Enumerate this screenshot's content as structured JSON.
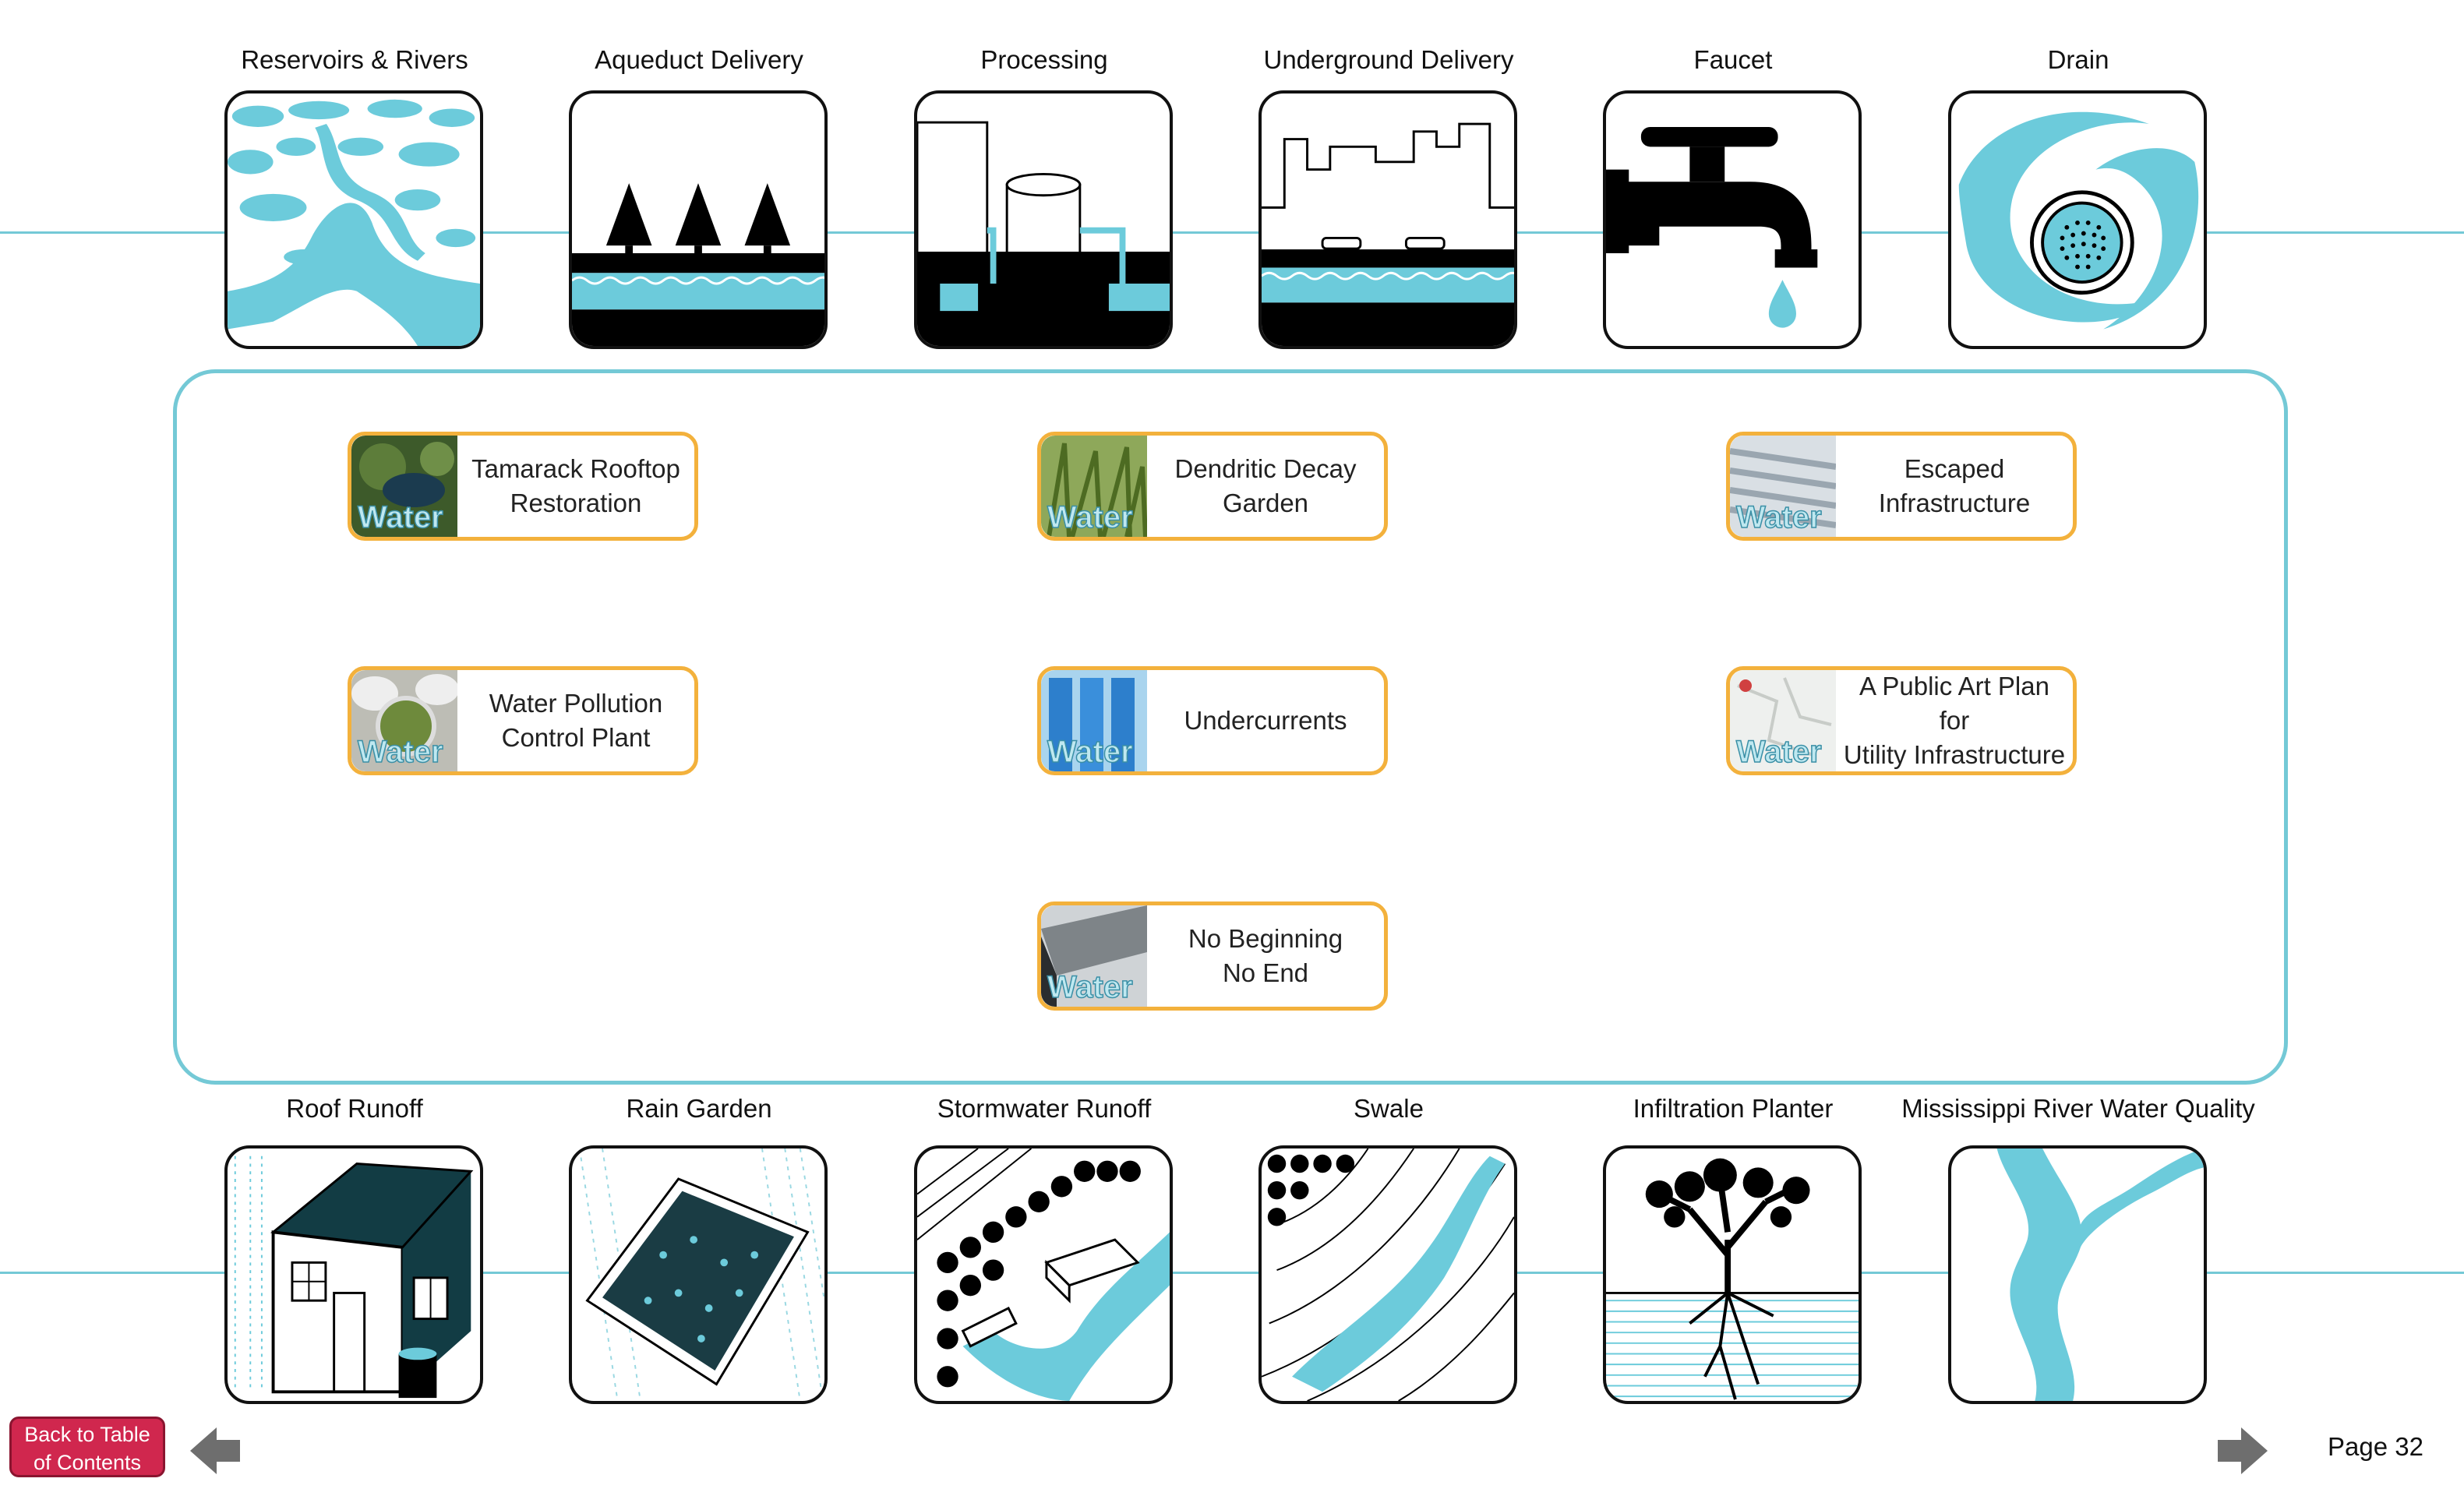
{
  "top_row": [
    {
      "label": "Reservoirs & Rivers",
      "icon": "reservoirs-rivers-icon"
    },
    {
      "label": "Aqueduct Delivery",
      "icon": "aqueduct-delivery-icon"
    },
    {
      "label": "Processing",
      "icon": "processing-icon"
    },
    {
      "label": "Underground Delivery",
      "icon": "underground-delivery-icon"
    },
    {
      "label": "Faucet",
      "icon": "faucet-icon"
    },
    {
      "label": "Drain",
      "icon": "drain-icon"
    }
  ],
  "bottom_row": [
    {
      "label": "Roof Runoff",
      "icon": "roof-runoff-icon"
    },
    {
      "label": "Rain Garden",
      "icon": "rain-garden-icon"
    },
    {
      "label": "Stormwater Runoff",
      "icon": "stormwater-runoff-icon"
    },
    {
      "label": "Swale",
      "icon": "swale-icon"
    },
    {
      "label": "Infiltration Planter",
      "icon": "infiltration-planter-icon"
    },
    {
      "label": "Mississippi River Water Quality",
      "icon": "river-water-quality-icon"
    }
  ],
  "projects": [
    {
      "line1": "Tamarack Rooftop",
      "line2": "Restoration",
      "thumb_word": "Water"
    },
    {
      "line1": "Dendritic Decay",
      "line2": "Garden",
      "thumb_word": "Water"
    },
    {
      "line1": "Escaped",
      "line2": "Infrastructure",
      "thumb_word": "Water"
    },
    {
      "line1": "Water Pollution",
      "line2": "Control Plant",
      "thumb_word": "Water"
    },
    {
      "line1": "Undercurrents",
      "line2": "",
      "thumb_word": "Water"
    },
    {
      "line1": "A Public Art Plan for",
      "line2": "Utility Infrastructure",
      "thumb_word": "Water"
    },
    {
      "line1": "No Beginning",
      "line2": "No End",
      "thumb_word": "Water"
    }
  ],
  "nav": {
    "back_line1": "Back to Table",
    "back_line2": "of Contents",
    "prev_icon": "arrow-left-icon",
    "next_icon": "arrow-right-icon",
    "page_label": "Page 32"
  },
  "colors": {
    "water": "#6ccbdb",
    "accent_orange": "#f3b13c",
    "back_button": "#d0274e",
    "line": "#74c9d6"
  }
}
